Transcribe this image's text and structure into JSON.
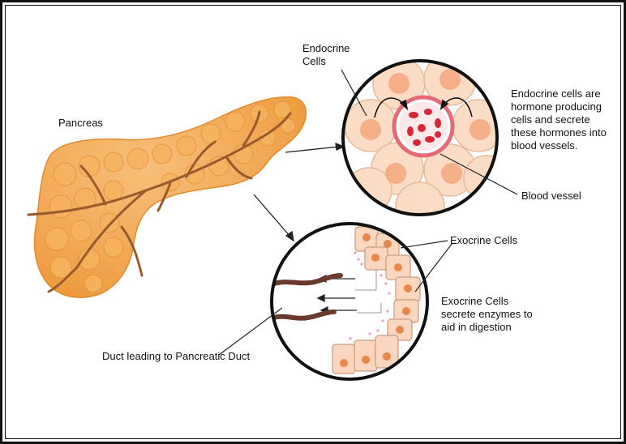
{
  "labels": {
    "pancreas": "Pancreas",
    "endocrine_cells": "Endocrine\nCells",
    "endocrine_description": "Endocrine cells are\nhormone producing\ncells and secrete\nthese hormones into\nblood vessels.",
    "blood_vessel": "Blood vessel",
    "exocrine_cells": "Exocrine Cells",
    "exocrine_description": "Exocrine Cells\nsecrete enzymes to\naid in digestion",
    "duct": "Duct leading to Pancreatic Duct"
  },
  "colors": {
    "pancreas_fill": "#f2a64e",
    "pancreas_shade": "#e08e33",
    "vessel": "#9a5a2c",
    "cell_fill": "#fbdcc4",
    "cell_stroke": "#e8b996",
    "nucleus": "#f4a77f",
    "blood_ring": "#e46a78",
    "blood_cell": "#d8263a",
    "duct_brown": "#6b3a2c",
    "exocrine_cell": "#fad6bf"
  }
}
